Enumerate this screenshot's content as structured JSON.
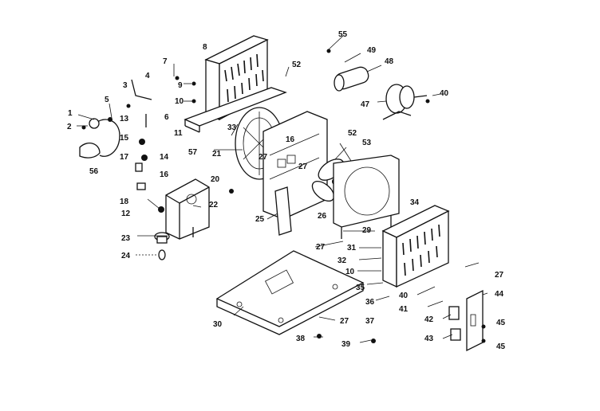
{
  "diagram": {
    "callouts": [
      {
        "id": "c1",
        "text": "1"
      },
      {
        "id": "c2",
        "text": "2"
      },
      {
        "id": "c3",
        "text": "3"
      },
      {
        "id": "c4",
        "text": "4"
      },
      {
        "id": "c5",
        "text": "5"
      },
      {
        "id": "c6",
        "text": "6"
      },
      {
        "id": "c7",
        "text": "7"
      },
      {
        "id": "c8",
        "text": "8"
      },
      {
        "id": "c9",
        "text": "9"
      },
      {
        "id": "c10a",
        "text": "10"
      },
      {
        "id": "c10b",
        "text": "10"
      },
      {
        "id": "c11",
        "text": "11"
      },
      {
        "id": "c12",
        "text": "12"
      },
      {
        "id": "c13",
        "text": "13"
      },
      {
        "id": "c14",
        "text": "14"
      },
      {
        "id": "c15",
        "text": "15"
      },
      {
        "id": "c16a",
        "text": "16"
      },
      {
        "id": "c16b",
        "text": "16"
      },
      {
        "id": "c17",
        "text": "17"
      },
      {
        "id": "c18",
        "text": "18"
      },
      {
        "id": "c20",
        "text": "20"
      },
      {
        "id": "c21",
        "text": "21"
      },
      {
        "id": "c22",
        "text": "22"
      },
      {
        "id": "c23",
        "text": "23"
      },
      {
        "id": "c24",
        "text": "24"
      },
      {
        "id": "c25",
        "text": "25"
      },
      {
        "id": "c26",
        "text": "26"
      },
      {
        "id": "c27a",
        "text": "27"
      },
      {
        "id": "c27b",
        "text": "27"
      },
      {
        "id": "c27c",
        "text": "27"
      },
      {
        "id": "c27d",
        "text": "27"
      },
      {
        "id": "c27e",
        "text": "27"
      },
      {
        "id": "c29",
        "text": "29"
      },
      {
        "id": "c30",
        "text": "30"
      },
      {
        "id": "c31",
        "text": "31"
      },
      {
        "id": "c32",
        "text": "32"
      },
      {
        "id": "c33",
        "text": "33"
      },
      {
        "id": "c34",
        "text": "34"
      },
      {
        "id": "c35",
        "text": "35"
      },
      {
        "id": "c36",
        "text": "36"
      },
      {
        "id": "c37",
        "text": "37"
      },
      {
        "id": "c38",
        "text": "38"
      },
      {
        "id": "c39",
        "text": "39"
      },
      {
        "id": "c40a",
        "text": "40"
      },
      {
        "id": "c40b",
        "text": "40"
      },
      {
        "id": "c41",
        "text": "41"
      },
      {
        "id": "c42",
        "text": "42"
      },
      {
        "id": "c43",
        "text": "43"
      },
      {
        "id": "c44",
        "text": "44"
      },
      {
        "id": "c45a",
        "text": "45"
      },
      {
        "id": "c45b",
        "text": "45"
      },
      {
        "id": "c47",
        "text": "47"
      },
      {
        "id": "c48",
        "text": "48"
      },
      {
        "id": "c49",
        "text": "49"
      },
      {
        "id": "c52a",
        "text": "52"
      },
      {
        "id": "c52b",
        "text": "52"
      },
      {
        "id": "c53",
        "text": "53"
      },
      {
        "id": "c55",
        "text": "55"
      },
      {
        "id": "c56",
        "text": "56"
      },
      {
        "id": "c57",
        "text": "57"
      }
    ]
  }
}
